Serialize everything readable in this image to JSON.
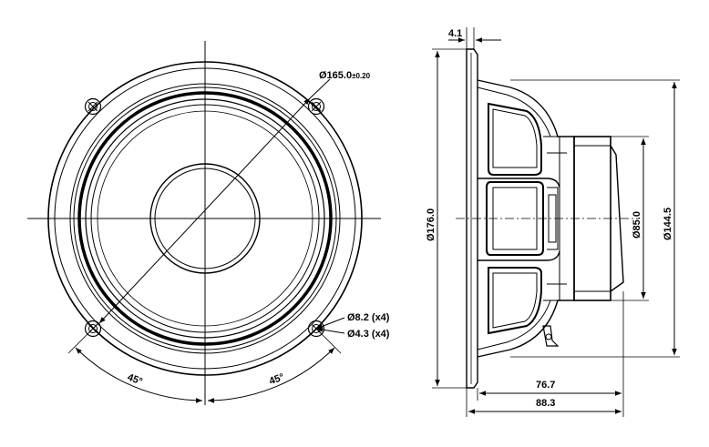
{
  "front_view": {
    "outer_diameter_label": "Ø165.0",
    "outer_diameter_tolerance": "±0.20",
    "hole_outer_label": "Ø8.2 (x4)",
    "hole_inner_label": "Ø4.3 (x4)",
    "angle_left_label": "45°",
    "angle_right_label": "45°"
  },
  "side_view": {
    "flange_thickness_label": "4.1",
    "flange_diameter_label": "Ø176.0",
    "magnet_diameter_label": "Ø85.0",
    "frame_diameter_label": "Ø144.5",
    "depth_without_flange_label": "76.7",
    "total_depth_label": "88.3"
  }
}
